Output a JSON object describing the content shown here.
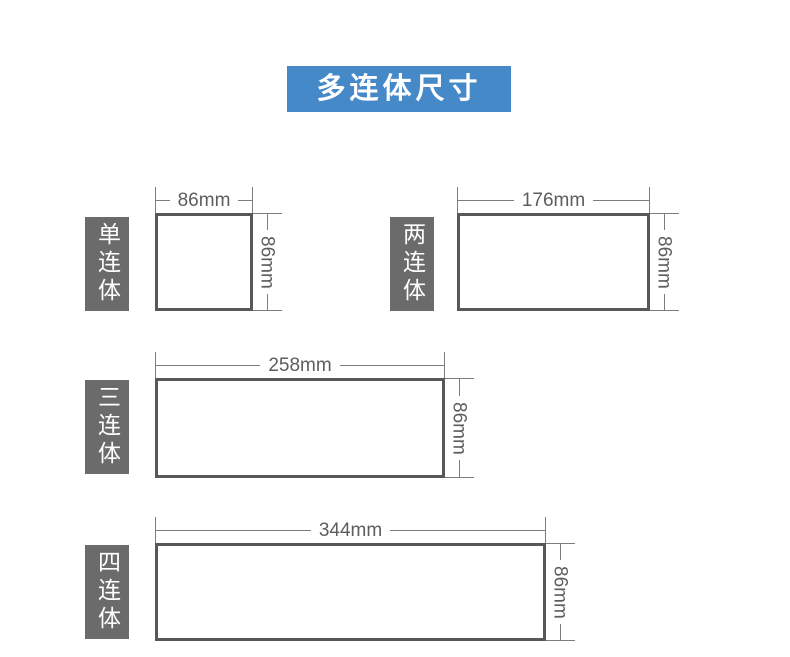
{
  "title": "多连体尺寸",
  "colors": {
    "banner_blue": "#4689c8",
    "label_box_gray": "#6b6b6b",
    "outline_gray": "#58585a",
    "dimension_line_gray": "#7d7d7d"
  },
  "diagrams": [
    {
      "label": "单连体",
      "width_label": "86mm",
      "height_label": "86mm"
    },
    {
      "label": "两连体",
      "width_label": "176mm",
      "height_label": "86mm"
    },
    {
      "label": "三连体",
      "width_label": "258mm",
      "height_label": "86mm"
    },
    {
      "label": "四连体",
      "width_label": "344mm",
      "height_label": "86mm"
    }
  ]
}
